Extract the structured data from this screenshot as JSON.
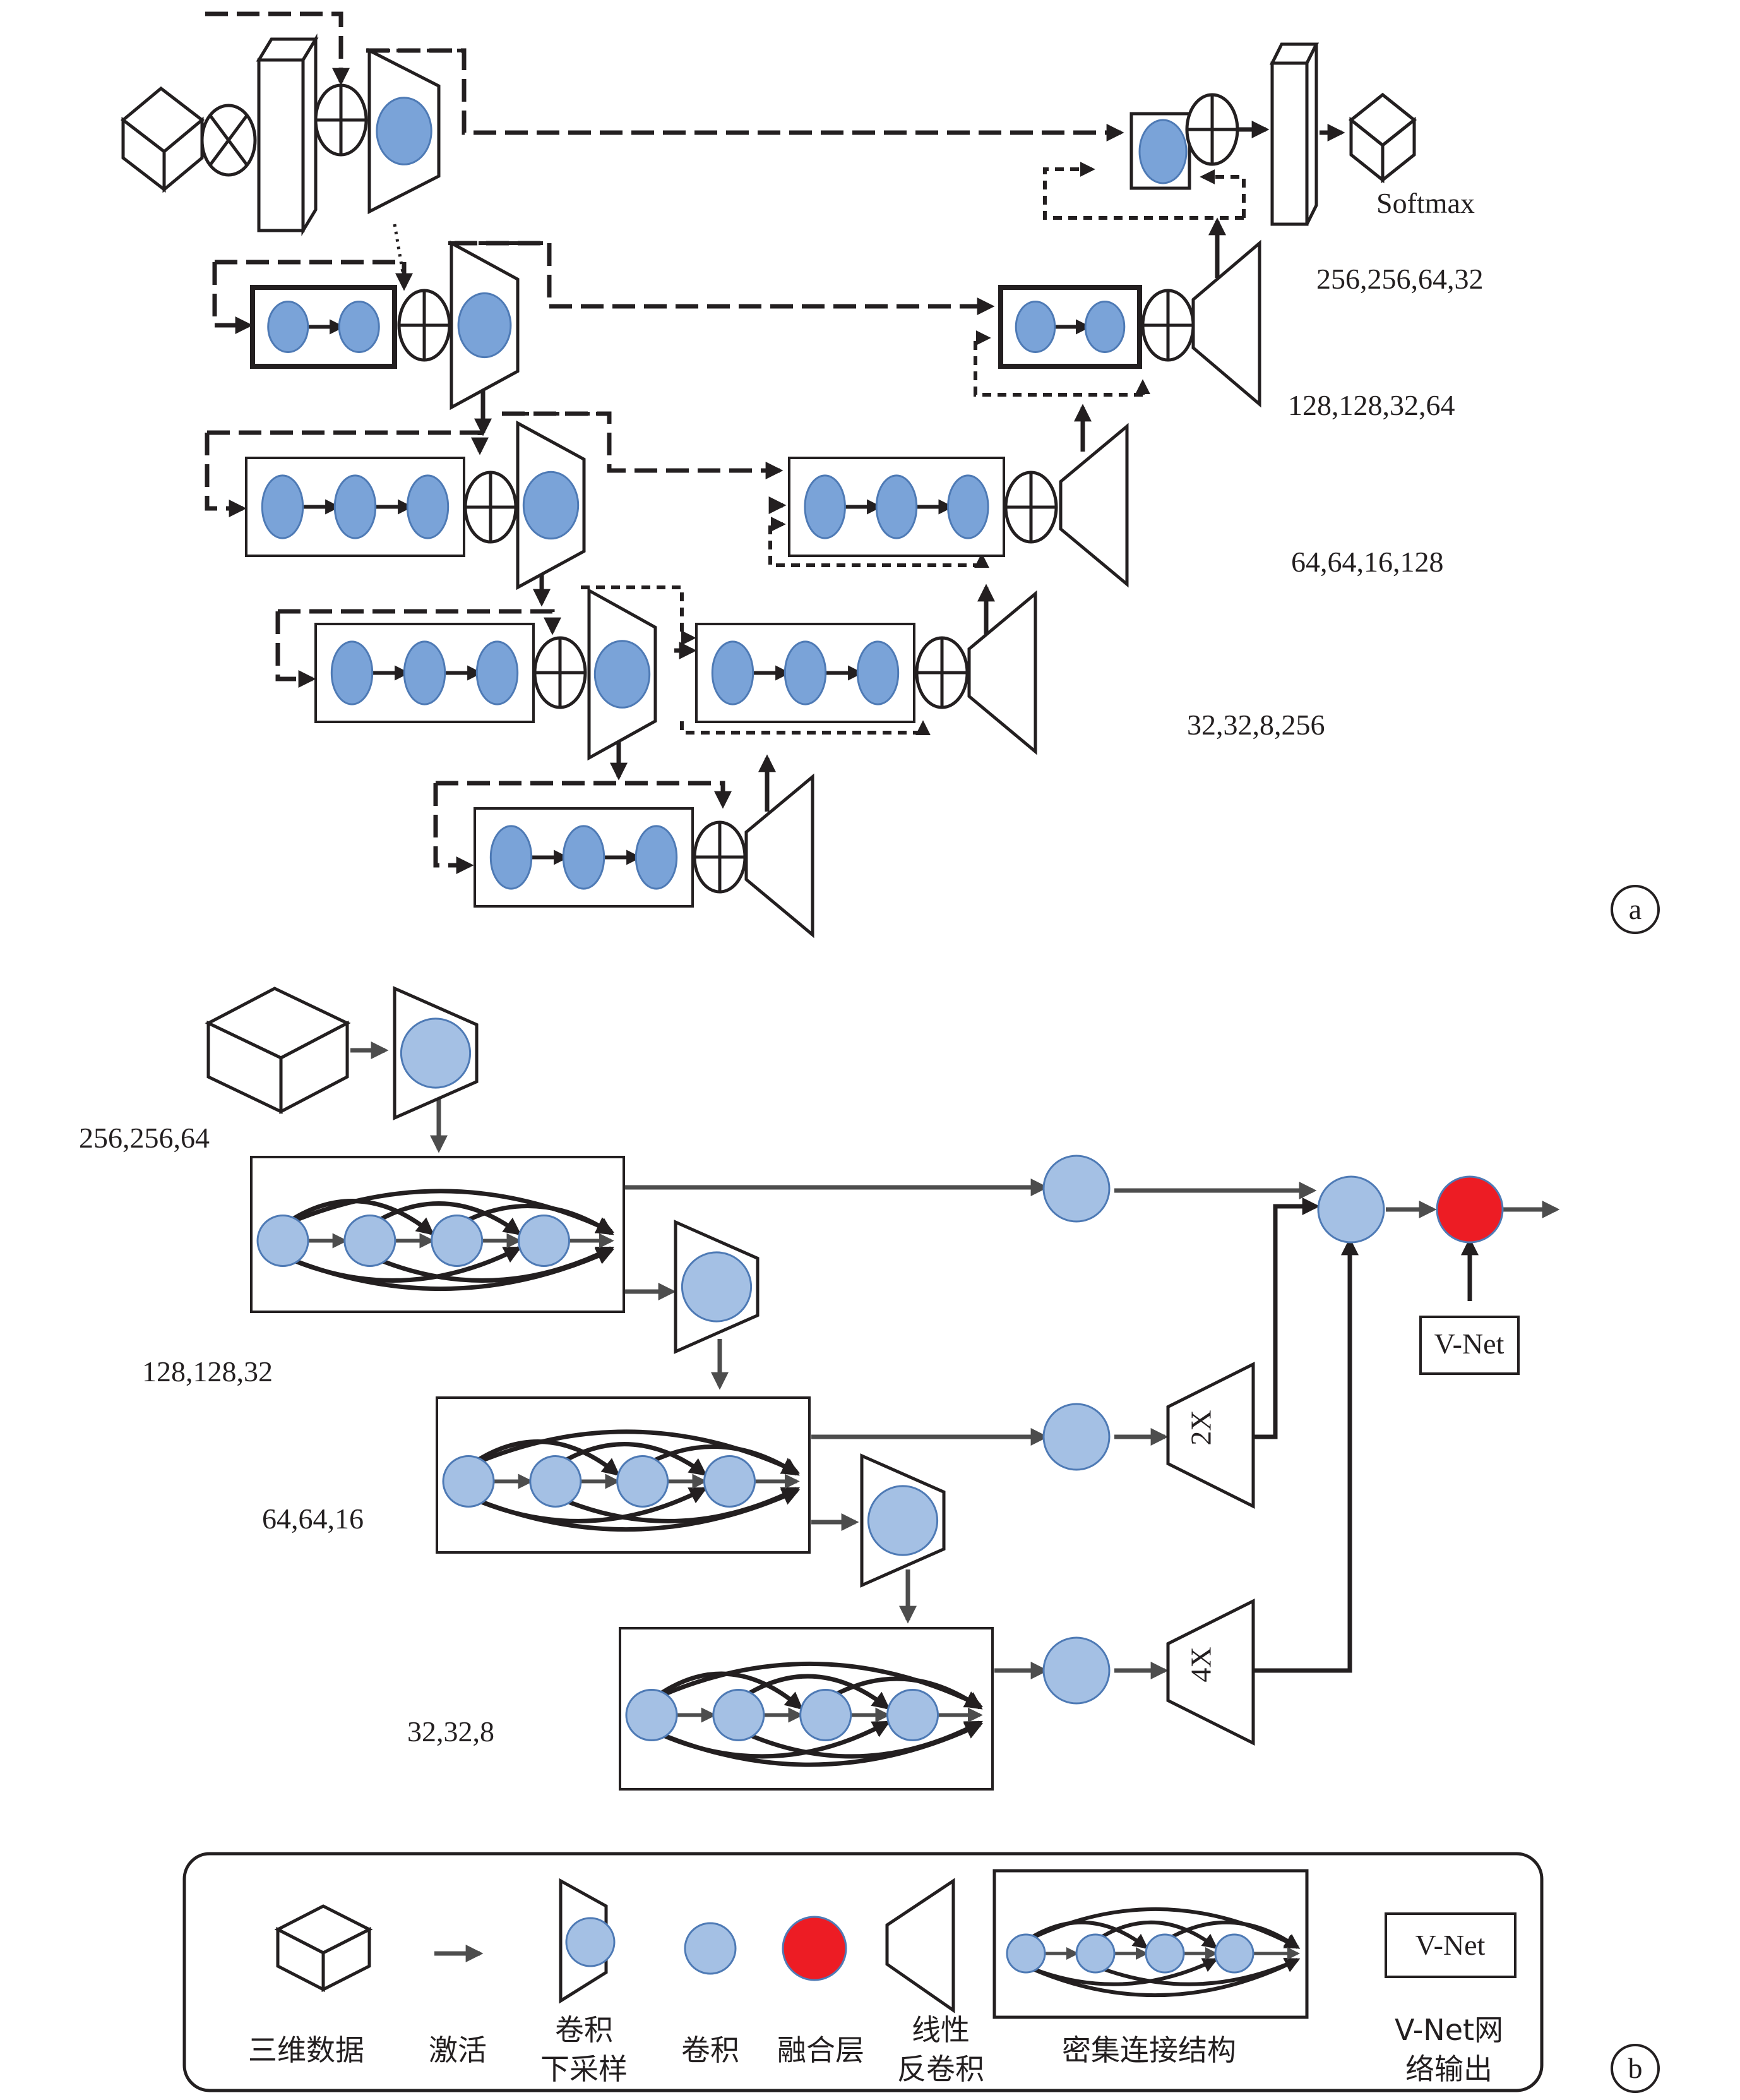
{
  "panel_a": {
    "tag": "a",
    "softmax_label": "Softmax",
    "level_dims": [
      "256,256,64,32",
      "128,128,32,64",
      "64,64,16,128",
      "32,32,8,256"
    ]
  },
  "panel_b": {
    "tag": "b",
    "level_dims": [
      "256,256,64",
      "128,128,32",
      "64,64,16",
      "32,32,8"
    ],
    "upsample_labels": [
      "2X",
      "4X"
    ],
    "vnet_label": "V-Net"
  },
  "legend": {
    "items": [
      {
        "icon": "cube-icon",
        "label": "三维数据"
      },
      {
        "icon": "arrow-icon",
        "label": "激活"
      },
      {
        "icon": "conv-downsample-icon",
        "label": "卷积\n下采样"
      },
      {
        "icon": "conv-circle-icon",
        "label": "卷积"
      },
      {
        "icon": "fusion-circle-icon",
        "label": "融合层"
      },
      {
        "icon": "linear-deconv-icon",
        "label": "线性\n反卷积"
      },
      {
        "icon": "dense-block-icon",
        "label": "密集连接结构"
      },
      {
        "icon": "vnet-box-icon",
        "label": "V-Net网\n络输出",
        "box_text": "V-Net"
      }
    ]
  },
  "colors": {
    "node_fill": "#7aa3d8",
    "node_fill_light": "#a4c0e4",
    "node_stroke": "#4e7ab5",
    "fusion_fill": "#ed1c24",
    "line": "#231f20",
    "activation_arrow": "#4d4d4d"
  }
}
